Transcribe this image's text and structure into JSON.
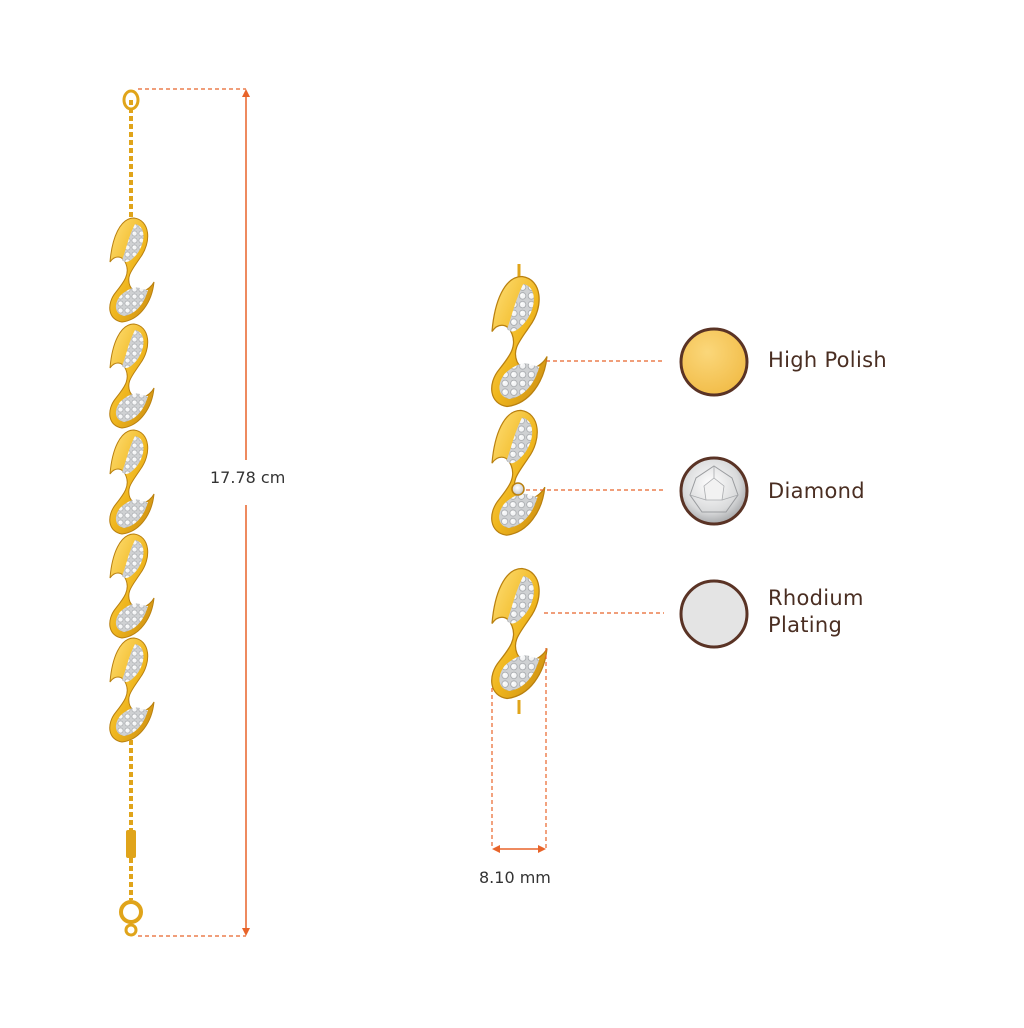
{
  "dimensions": {
    "length_label": "17.78 cm",
    "width_label": "8.10 mm"
  },
  "colors": {
    "gold": "#f0b71f",
    "gold_dark": "#c98a10",
    "measure_line": "#e8642a",
    "legend_text": "#4a2e22",
    "swatch_border": "#5a3325",
    "high_polish_fill": "#f6c556",
    "rhodium_fill": "#e4e4e4"
  },
  "legend": [
    {
      "label_line1": "High Polish",
      "label_line2": "",
      "icon": "high-polish-swatch-icon"
    },
    {
      "label_line1": "Diamond",
      "label_line2": "",
      "icon": "diamond-swatch-icon"
    },
    {
      "label_line1": "Rhodium",
      "label_line2": "Plating",
      "icon": "rhodium-swatch-icon"
    }
  ]
}
